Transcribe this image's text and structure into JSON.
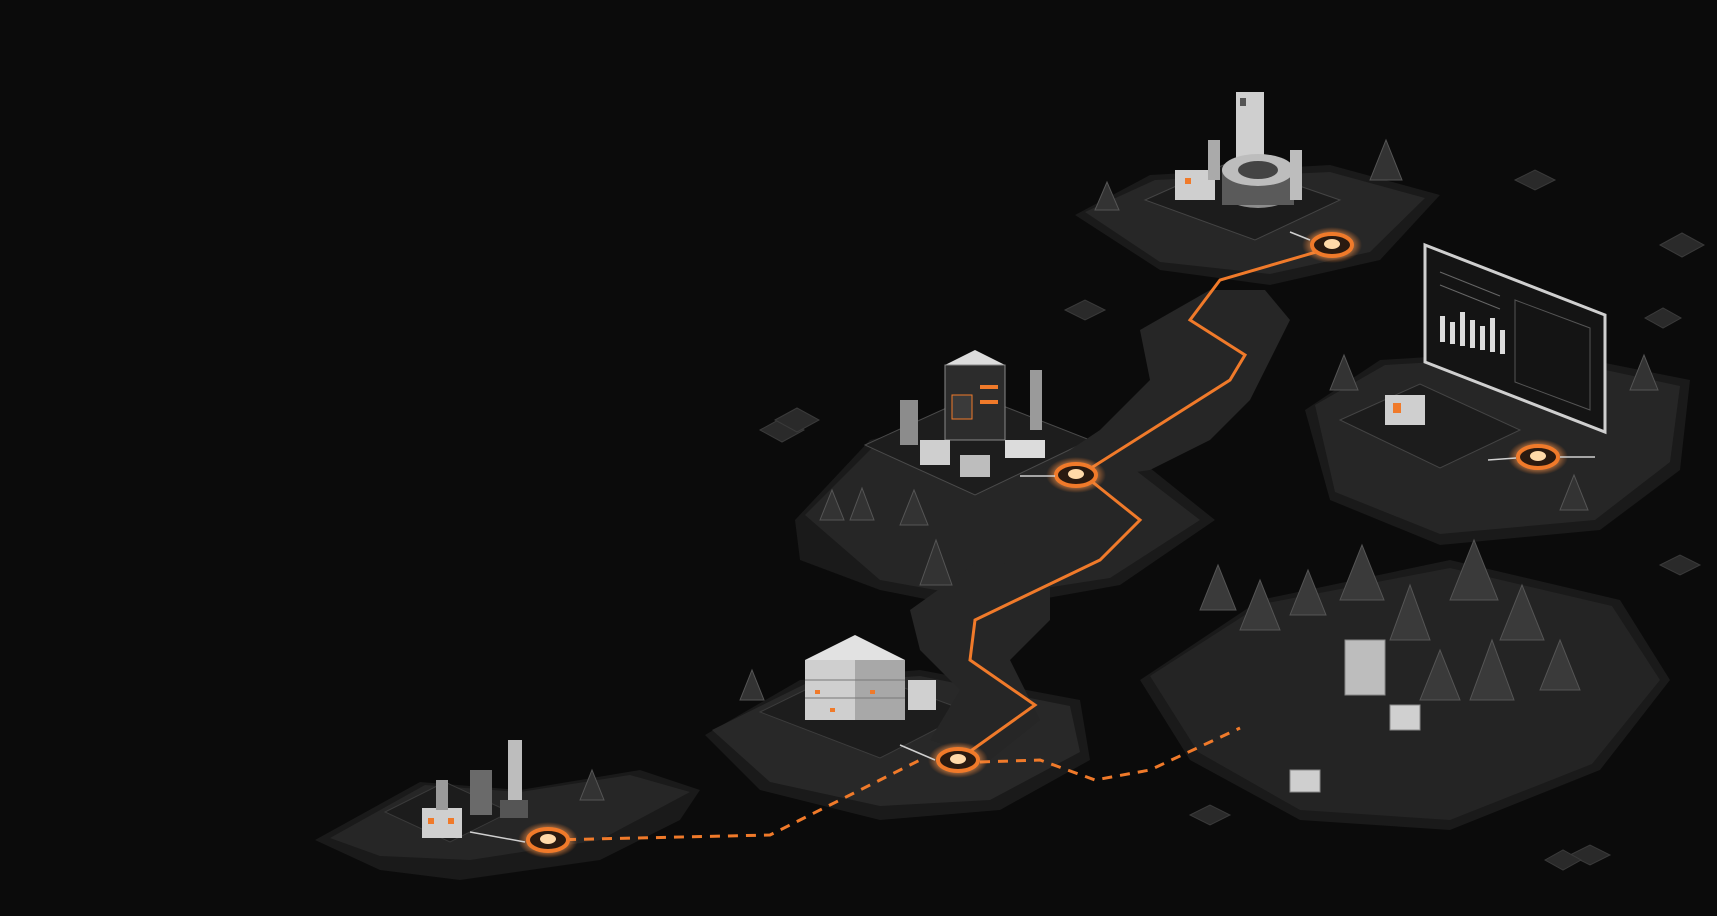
{
  "scene": {
    "title": "",
    "background": "#0b0b0b",
    "accent": "#f07a2a",
    "node_glow": "#ffd9a8",
    "ground": "#232323",
    "ground_dark": "#141414",
    "building": "#bdbdbd"
  },
  "map": {
    "style": "isometric pixel-art overworld",
    "zones": [
      {
        "id": "start-outpost",
        "icon": "small-buildings-tower-icon"
      },
      {
        "id": "server-depot",
        "icon": "server-stack-icon"
      },
      {
        "id": "data-center",
        "icon": "data-center-icon"
      },
      {
        "id": "city-hub",
        "icon": "city-skyline-icon"
      },
      {
        "id": "dashboard-plateau",
        "icon": "monitor-dashboard-icon"
      },
      {
        "id": "forest-grove",
        "icon": "pine-forest-icon"
      }
    ],
    "nodes": [
      {
        "id": "node-start",
        "state": "active"
      },
      {
        "id": "node-server-depot",
        "state": "active"
      },
      {
        "id": "node-data-center",
        "state": "active"
      },
      {
        "id": "node-city-hub",
        "state": "active"
      },
      {
        "id": "node-dashboard",
        "state": "active"
      }
    ],
    "paths": [
      {
        "from": "node-start",
        "to": "node-server-depot",
        "style": "dashed"
      },
      {
        "from": "node-server-depot",
        "to": "node-data-center",
        "style": "solid"
      },
      {
        "from": "node-data-center",
        "to": "node-city-hub",
        "style": "solid"
      },
      {
        "from": "node-server-depot",
        "to": "forest-grove",
        "style": "dashed"
      }
    ]
  }
}
